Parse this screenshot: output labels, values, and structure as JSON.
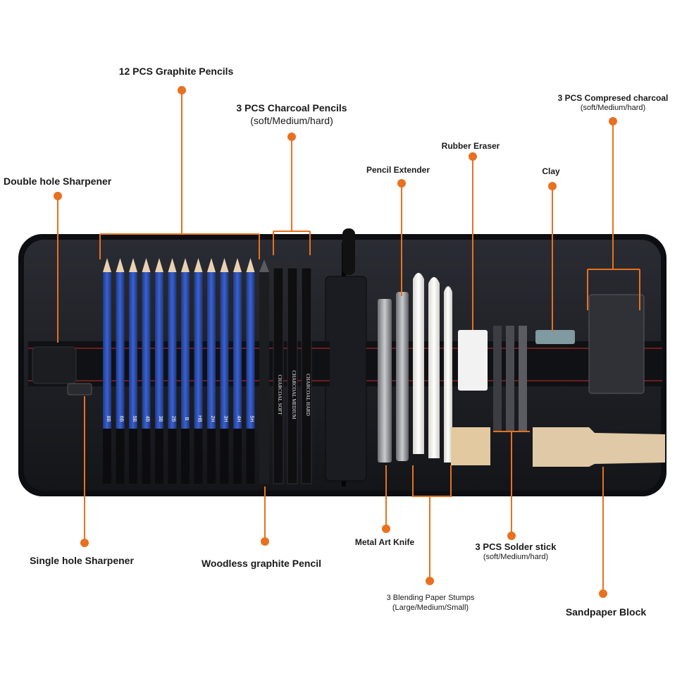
{
  "callouts": {
    "graphite_pencils": "12 PCS Graphite Pencils",
    "charcoal_pencils": {
      "title": "3 PCS Charcoal Pencils",
      "sub": "(soft/Medium/hard)"
    },
    "double_sharpener": "Double hole Sharpener",
    "pencil_extender": "Pencil Extender",
    "rubber_eraser": "Rubber Eraser",
    "clay": "Clay",
    "compressed_charcoal": {
      "title": "3 PCS Compresed charcoal",
      "sub": "(soft/Medium/hard)"
    },
    "single_sharpener": "Single hole Sharpener",
    "woodless_pencil": "Woodless graphite Pencil",
    "art_knife": "Metal Art Knife",
    "solder_stick": {
      "title": "3 PCS Solder stick",
      "sub": "(soft/Medium/hard)"
    },
    "blending_stumps": {
      "title": "3 Blending Paper Stumps",
      "sub": "(Large/Medium/Small)"
    },
    "sandpaper_block": "Sandpaper Block"
  },
  "pencil_grades": [
    "8B",
    "6B",
    "5B",
    "4B",
    "3B",
    "2B",
    "B",
    "HB",
    "2H",
    "3H",
    "4H",
    "5H"
  ],
  "charcoal_labels": [
    "CHARCOAL SOFT",
    "CHARCOAL MEDIUM",
    "CHARCOAL HARD"
  ],
  "colors": {
    "accent": "#e8711f",
    "case": "#17181c",
    "pencil_blue": "#2c4fb0",
    "eraser": "#f2f2f2",
    "sandpaper": "#e0c9a6"
  }
}
